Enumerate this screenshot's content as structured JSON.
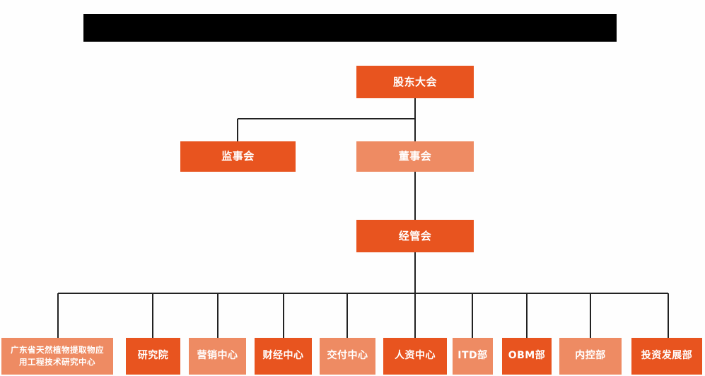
{
  "page": {
    "background_color": "#FEFEFE",
    "title_banner": {
      "redacted": true,
      "color": "#000000",
      "label": ""
    }
  },
  "colors": {
    "accent_bright": "#E8541F",
    "accent_light": "#EE8B63",
    "connector": "#222222",
    "node_text": "#FFFFFF",
    "banner": "#000000"
  },
  "org_chart": {
    "type": "organization-chart",
    "orientation": "top-down",
    "levels": [
      {
        "level": 1,
        "nodes": [
          {
            "id": "shareholders",
            "label": "股东大会",
            "style": "bright"
          }
        ]
      },
      {
        "level": 2,
        "nodes": [
          {
            "id": "supervisory",
            "label": "监事会",
            "style": "bright"
          },
          {
            "id": "board",
            "label": "董事会",
            "style": "light"
          }
        ]
      },
      {
        "level": 3,
        "nodes": [
          {
            "id": "management",
            "label": "经管会",
            "style": "bright"
          }
        ]
      },
      {
        "level": 4,
        "nodes": [
          {
            "id": "gd-center",
            "label": "广东省天然植物提取物应\n用工程技术研究中心",
            "style": "light"
          },
          {
            "id": "research",
            "label": "研究院",
            "style": "bright"
          },
          {
            "id": "marketing",
            "label": "营销中心",
            "style": "light"
          },
          {
            "id": "finance",
            "label": "财经中心",
            "style": "bright"
          },
          {
            "id": "delivery",
            "label": "交付中心",
            "style": "light"
          },
          {
            "id": "hr",
            "label": "人资中心",
            "style": "bright"
          },
          {
            "id": "itd",
            "label": "ITD部",
            "style": "light"
          },
          {
            "id": "obm",
            "label": "OBM部",
            "style": "bright"
          },
          {
            "id": "internal-control",
            "label": "内控部",
            "style": "light"
          },
          {
            "id": "investment",
            "label": "投资发展部",
            "style": "bright"
          }
        ]
      }
    ],
    "edges": [
      {
        "from": "shareholders",
        "to": "supervisory"
      },
      {
        "from": "shareholders",
        "to": "board"
      },
      {
        "from": "board",
        "to": "management"
      },
      {
        "from": "management",
        "to": "gd-center"
      },
      {
        "from": "management",
        "to": "research"
      },
      {
        "from": "management",
        "to": "marketing"
      },
      {
        "from": "management",
        "to": "finance"
      },
      {
        "from": "management",
        "to": "delivery"
      },
      {
        "from": "management",
        "to": "hr"
      },
      {
        "from": "management",
        "to": "itd"
      },
      {
        "from": "management",
        "to": "obm"
      },
      {
        "from": "management",
        "to": "internal-control"
      },
      {
        "from": "management",
        "to": "investment"
      }
    ]
  }
}
